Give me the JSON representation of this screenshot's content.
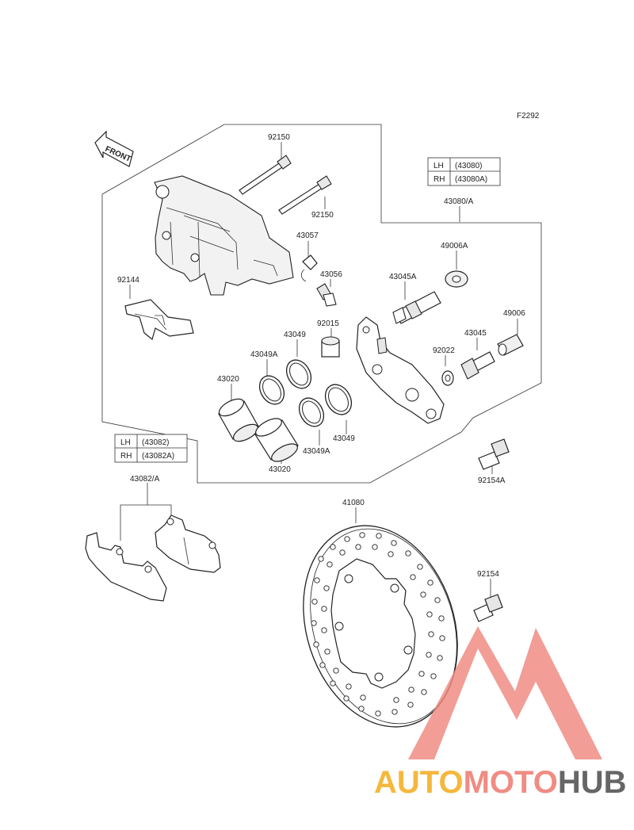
{
  "diagram_code": "F2292",
  "front_label": "FRONT",
  "tables": {
    "caliper": {
      "rows": [
        {
          "side": "LH",
          "code": "(43080)"
        },
        {
          "side": "RH",
          "code": "(43080A)"
        }
      ]
    },
    "pads": {
      "rows": [
        {
          "side": "LH",
          "code": "(43082)"
        },
        {
          "side": "RH",
          "code": "(43082A)"
        }
      ]
    }
  },
  "parts": {
    "p92150a": "92150",
    "p92150b": "92150",
    "p43080": "43080/A",
    "p43057": "43057",
    "p43056": "43056",
    "p92144": "92144",
    "p49006A": "49006A",
    "p43045A": "43045A",
    "p49006": "49006",
    "p92015": "92015",
    "p43049a": "43049",
    "p43049A1": "43049A",
    "p92022": "92022",
    "p43045": "43045",
    "p43020a": "43020",
    "p43049b": "43049",
    "p43049A2": "43049A",
    "p43020b": "43020",
    "p92154A": "92154A",
    "p43082": "43082/A",
    "p41080": "41080",
    "p92154": "92154"
  },
  "watermark": {
    "part1": "AUTO",
    "part2": "MOTO",
    "part3": "HUB"
  },
  "colors": {
    "watermark_red": "#f08c84",
    "watermark_orange": "#f5b73c",
    "watermark_gray": "#666666"
  }
}
